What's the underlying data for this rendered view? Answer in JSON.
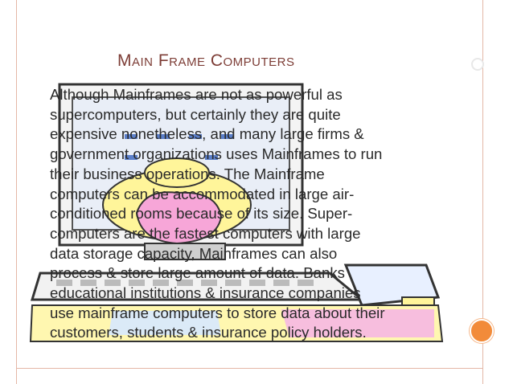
{
  "slide": {
    "title": "Main Frame Computers",
    "body_lines": [
      "Although Mainframes are not as powerful as",
      "supercomputers, but certainly they are quite",
      "expensive nonetheless, and many large firms &",
      "government organizations uses Mainframes to run",
      "their business operations. The Mainframe",
      "computers can be accommodated in large air-",
      "conditioned rooms because of its size. Super-",
      "computers are the fastest computers with large",
      "data storage capacity, Mainframes can also",
      "process & store large amount of data. Banks",
      "educational institutions & insurance companies",
      "use mainframe computers to store data about their",
      "customers, students & insurance policy holders."
    ]
  },
  "colors": {
    "title": "#7d3d36",
    "frame": "#e4b7a7",
    "accent_circle": "#f28b3a"
  },
  "icons": [
    "computer-clipart",
    "decorative-circle"
  ]
}
